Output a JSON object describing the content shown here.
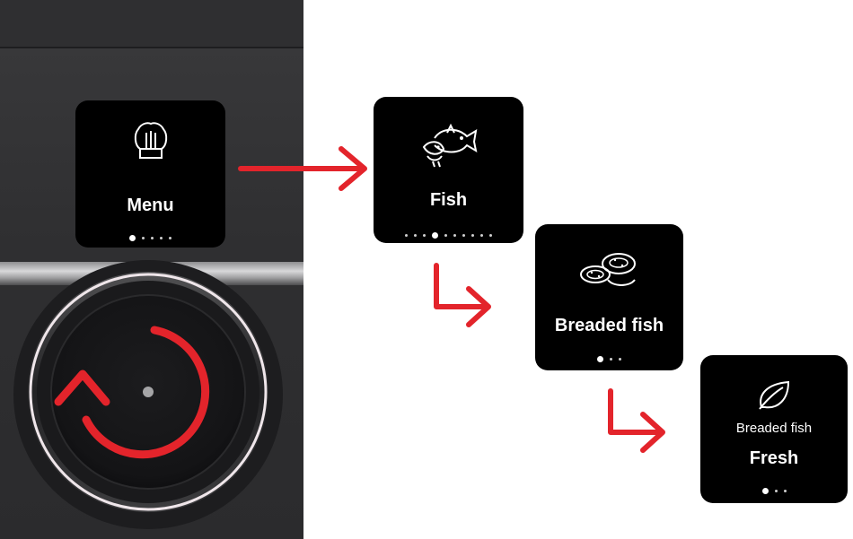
{
  "screens": {
    "menu": {
      "title": "Menu",
      "dot_count": 5,
      "active_dot": 0,
      "icon": "chef-hat-icon"
    },
    "fish": {
      "title": "Fish",
      "dot_count": 10,
      "active_dot": 3,
      "icon": "fish-icon"
    },
    "breaded": {
      "title": "Breaded fish",
      "dot_count": 3,
      "active_dot": 0,
      "icon": "breaded-fish-icon"
    },
    "fresh": {
      "subtitle": "Breaded fish",
      "title": "Fresh",
      "dot_count": 3,
      "active_dot": 0,
      "icon": "leaf-icon"
    }
  },
  "colors": {
    "arrow": "#e3242b",
    "screen_bg": "#000000",
    "device": "#2f2f31"
  }
}
